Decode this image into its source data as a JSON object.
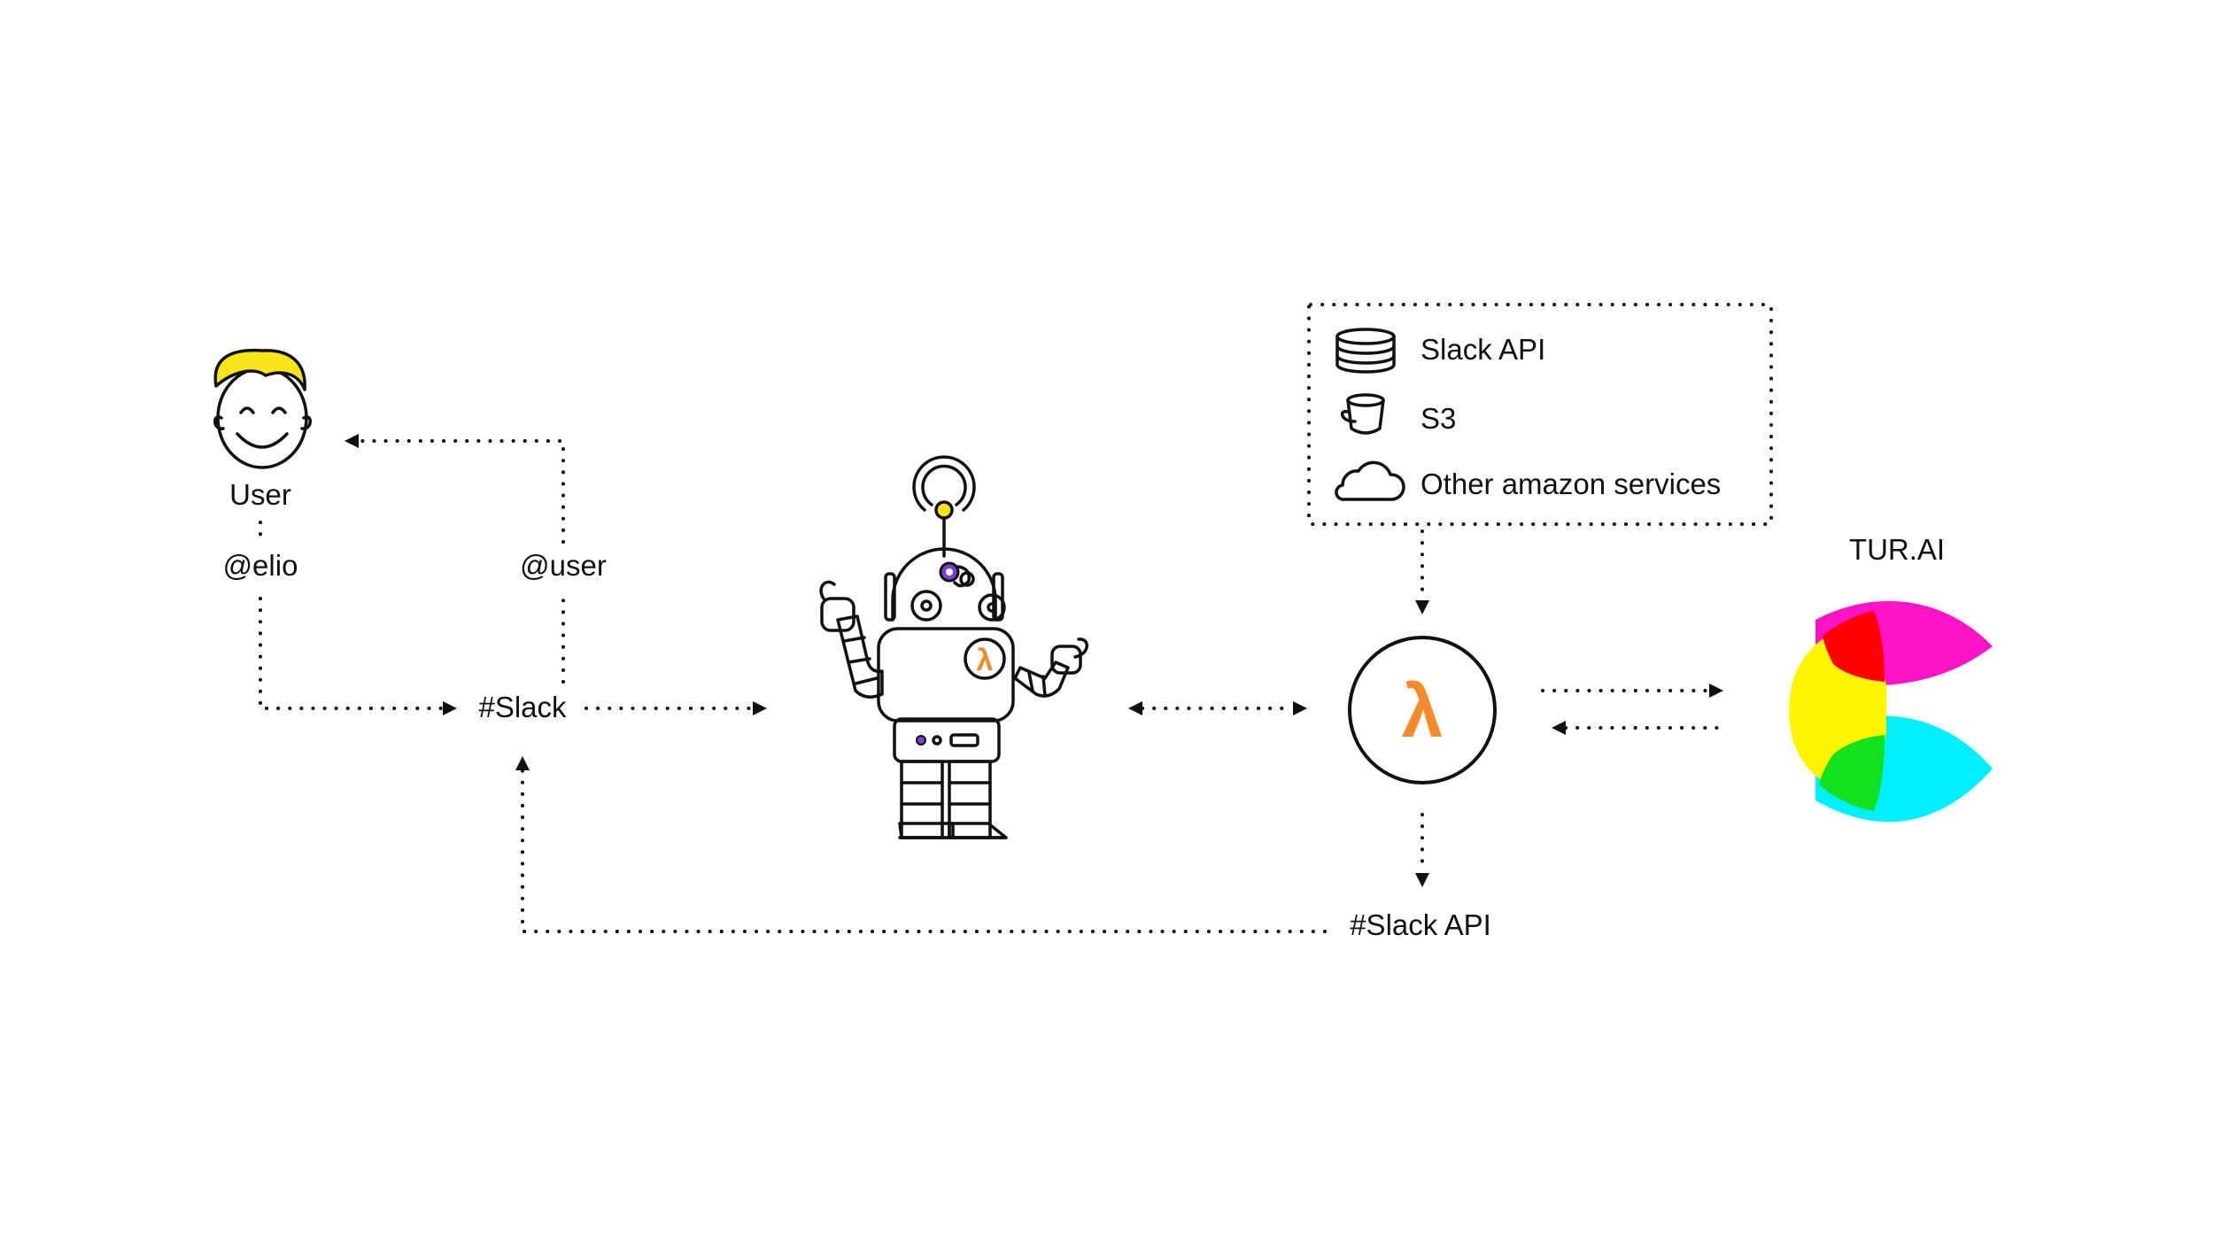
{
  "nodes": {
    "user_label": "User",
    "slack_channel": "#Slack",
    "slack_api": "#Slack API",
    "turai_label": "TUR.AI",
    "lambda_symbol": "λ"
  },
  "edges": {
    "mention_bot": "@elio",
    "mention_user": "@user"
  },
  "services": {
    "items": [
      {
        "label": "Slack API",
        "icon": "database-icon"
      },
      {
        "label": "S3",
        "icon": "bucket-icon"
      },
      {
        "label": "Other amazon services",
        "icon": "cloud-icon"
      }
    ]
  },
  "colors": {
    "hair": "#F7E51A",
    "lambda": "#F58A2A",
    "antenna_bulb": "#F7E51A",
    "robot_eye": "#7A3FD0",
    "logo_magenta": "#FF13C8",
    "logo_red": "#FF0000",
    "logo_yellow": "#FFF500",
    "logo_green": "#14E11E",
    "logo_cyan": "#00F0FF"
  }
}
